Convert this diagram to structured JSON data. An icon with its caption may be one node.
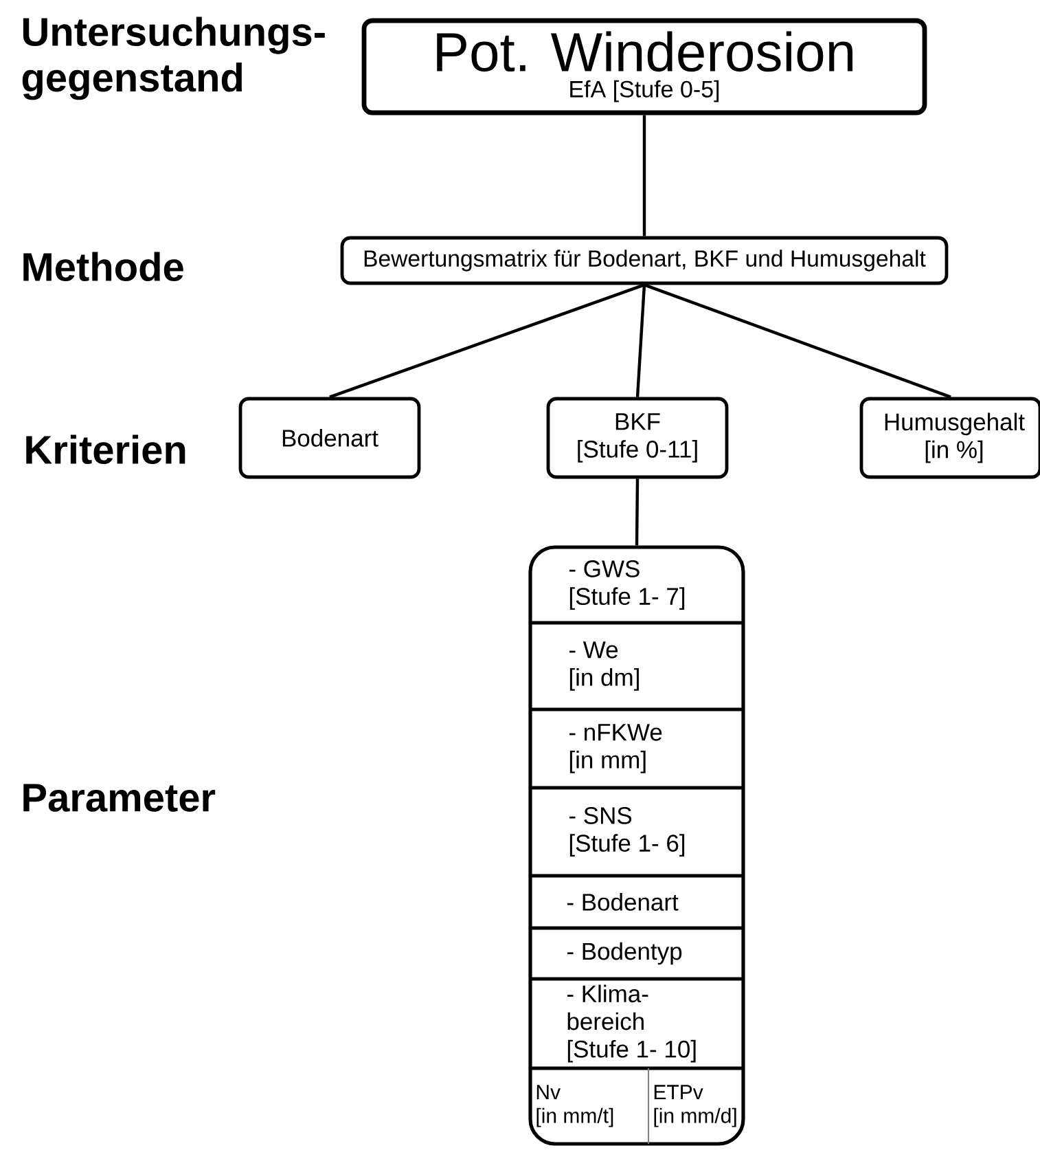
{
  "diagram": {
    "nodes": [
      {
        "text": [
          "Pot. Winderosion",
          "EfA [Stufe 0-5]"
        ]
      },
      {
        "text": [
          "Bewertungsmatrix für Bodenart, BKF und Humusgehalt"
        ]
      },
      {
        "text": [
          "Bodenart"
        ]
      },
      {
        "text": [
          "BKF [Stufe 0-11]"
        ]
      },
      {
        "text": [
          "Humusgehalt [in %]"
        ]
      },
      {
        "text": [],
        "shape": "box"
      },
      {
        "text": [
          "- GWS [Stufe 1- 7]"
        ],
        "in": 5
      },
      {
        "text": [
          "- We [in dm]"
        ],
        "in": 5
      },
      {
        "text": [
          "- nFKWe [in mm]"
        ],
        "in": 5
      },
      {
        "text": [
          "- SNS [Stufe 1- 6]"
        ],
        "in": 5
      },
      {
        "text": [
          "- Bodenart"
        ],
        "in": 5
      },
      {
        "text": [
          "- Bodentyp"
        ],
        "in": 5
      },
      {
        "text": [
          "- Klima- bereich [Stufe 1- 10]"
        ],
        "in": 5
      },
      {
        "text": [
          "Nv [in mm/t]"
        ],
        "in": 5
      },
      {
        "text": [
          "ETPv [in mm/d]"
        ],
        "in": 5
      }
    ],
    "edges": [
      {
        "from": 0,
        "to": 1,
        "arrow": "none"
      },
      {
        "from": 1,
        "to": 2,
        "arrow": "none"
      },
      {
        "from": 1,
        "to": 3,
        "arrow": "none"
      },
      {
        "from": 1,
        "to": 4,
        "arrow": "none"
      },
      {
        "from": 3,
        "to": 5,
        "arrow": "none"
      }
    ],
    "labels": [
      "Untersuchungs- gegenstand",
      "Methode",
      "Kriterien",
      "Parameter"
    ]
  }
}
